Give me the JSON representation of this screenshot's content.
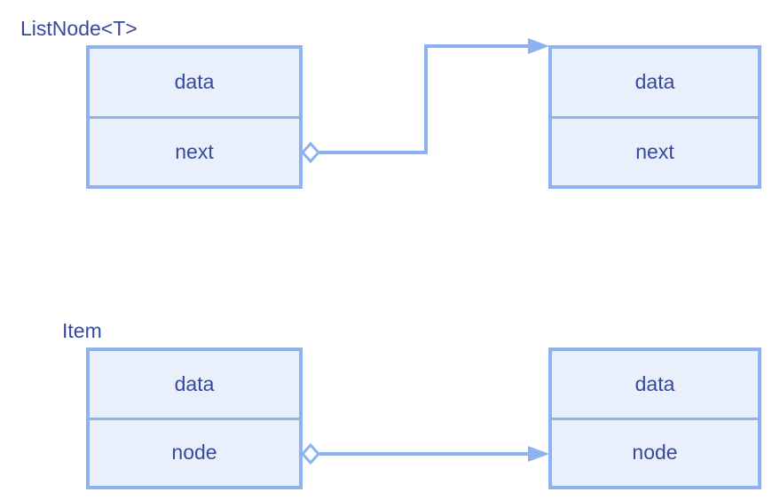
{
  "diagram": {
    "colors": {
      "stroke": "#8EB2F0",
      "fill": "#EAF0FB",
      "text": "#36499D",
      "background": "#FFFFFF"
    },
    "groups": [
      {
        "label": "ListNode<T>",
        "boxes": [
          {
            "fields": [
              "data",
              "next"
            ]
          },
          {
            "fields": [
              "data",
              "next"
            ]
          }
        ],
        "connector": {
          "shape": "orthogonal",
          "start_decoration": "open-diamond",
          "end_decoration": "filled-arrow",
          "from_field": "next",
          "to": "right box top-left corner"
        }
      },
      {
        "label": "Item",
        "boxes": [
          {
            "fields": [
              "data",
              "node"
            ]
          },
          {
            "fields": [
              "data",
              "node"
            ]
          }
        ],
        "connector": {
          "shape": "straight",
          "start_decoration": "open-diamond",
          "end_decoration": "filled-arrow",
          "from_field": "node",
          "to": "right box node cell"
        }
      }
    ]
  }
}
